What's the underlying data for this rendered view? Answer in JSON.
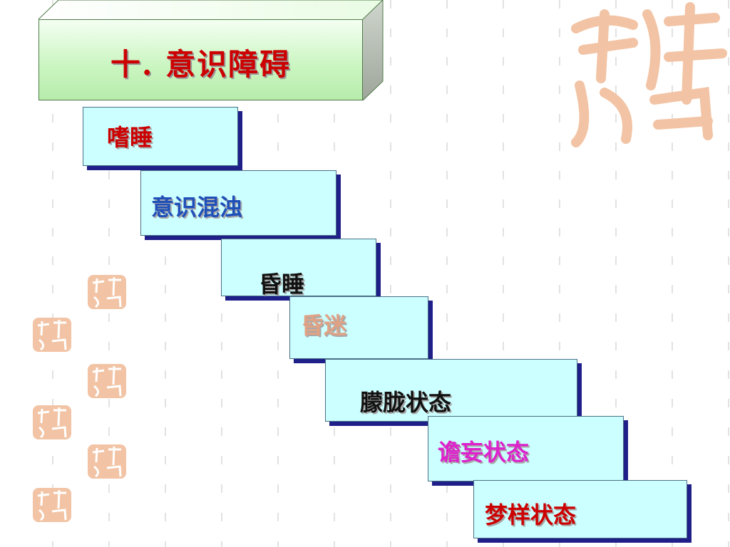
{
  "title": "十. 意识障碍",
  "steps": [
    {
      "text": "嗜睡",
      "color": "#cc0000"
    },
    {
      "text": "意识混浊",
      "color": "#1f4fb8"
    },
    {
      "text": "昏睡",
      "color": "#111111"
    },
    {
      "text": "昏迷",
      "color": "#e0a285"
    },
    {
      "text": "朦胧状态",
      "color": "#111111"
    },
    {
      "text": "谵妄状态",
      "color": "#dd22cc"
    },
    {
      "text": "梦样状态",
      "color": "#cc0000"
    }
  ],
  "decor": {
    "seal_color": "#f2c4a5",
    "big_seal_icon": "auspicious-seal-icon"
  }
}
